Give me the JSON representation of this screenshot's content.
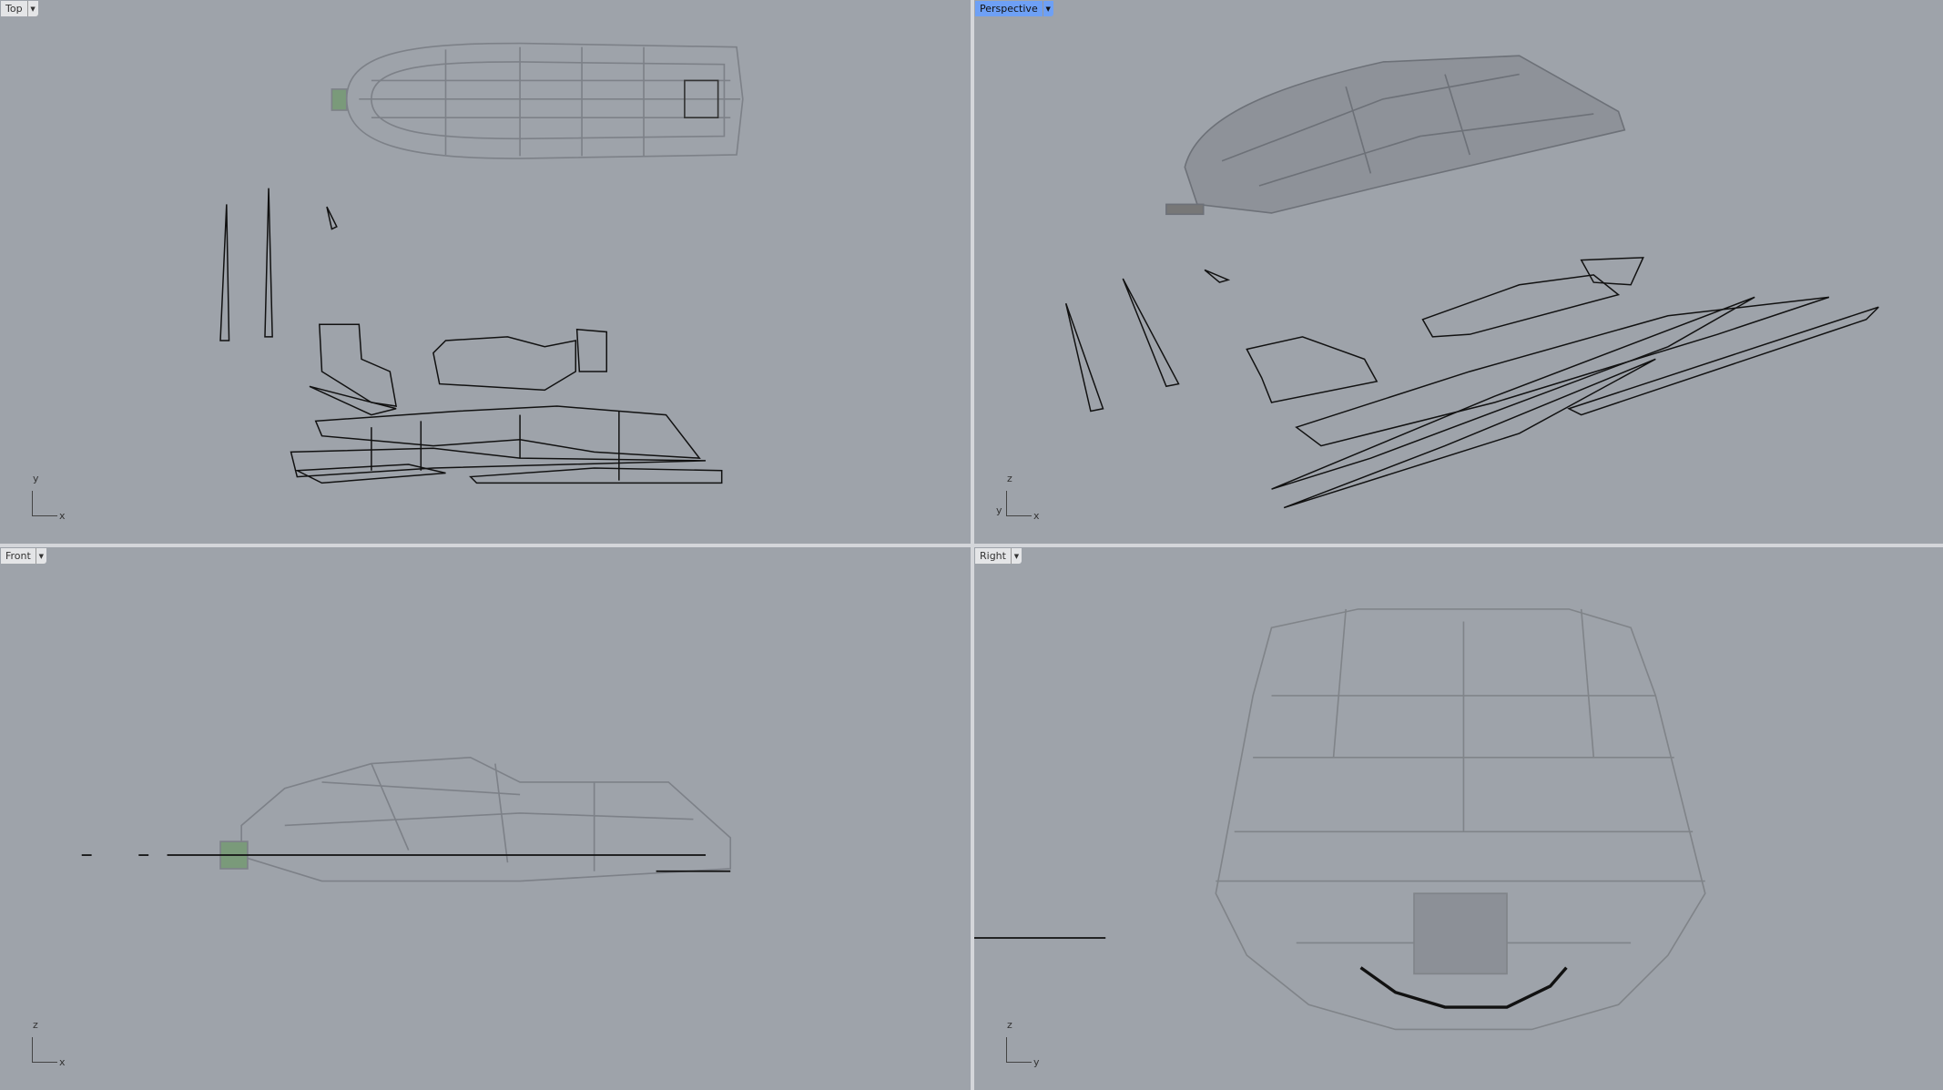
{
  "viewports": [
    {
      "label": "Top",
      "active": false,
      "axis": {
        "h": "x",
        "v": "y"
      }
    },
    {
      "label": "Perspective",
      "active": true,
      "axis": {
        "h": "x",
        "v": "z",
        "d": "y"
      }
    },
    {
      "label": "Front",
      "active": false,
      "axis": {
        "h": "x",
        "v": "z"
      }
    },
    {
      "label": "Right",
      "active": false,
      "axis": {
        "h": "y",
        "v": "z"
      }
    }
  ],
  "icons": {
    "dropdown": "caret-down-icon"
  },
  "colors": {
    "viewport_bg": "#9ea3aa",
    "active_tab": "#6ea0f5",
    "divider": "#d4d6da"
  }
}
